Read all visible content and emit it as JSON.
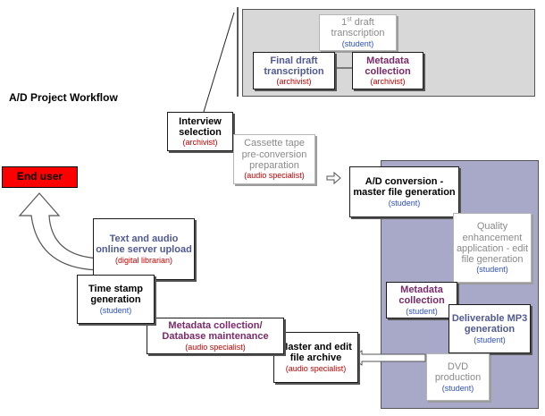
{
  "title": "A/D Project Workflow",
  "end_user": "End user",
  "boxes": {
    "first_draft": {
      "pre": "1",
      "sup": "st",
      "post": " draft transcription",
      "role": "(student)"
    },
    "final_draft": {
      "label": "Final draft transcription",
      "role": "(archivist)"
    },
    "metadata_top": {
      "label": "Metadata collection",
      "role": "(archivist)"
    },
    "interview": {
      "label": "Interview selection",
      "role": "(archivist)"
    },
    "cassette": {
      "label": "Cassette tape pre-conversion preparation",
      "role": "(audio specialist)"
    },
    "ad_conversion": {
      "label": "A/D conversion - master file generation",
      "role": "(student)"
    },
    "quality": {
      "label": "Quality enhancement application - edit file generation",
      "role": "(student)"
    },
    "metadata_right": {
      "label": "Metadata collection",
      "role": "(student)"
    },
    "mp3": {
      "label": "Deliverable MP3 generation",
      "role": "(student)"
    },
    "dvd": {
      "label": "DVD production",
      "role": "(student)"
    },
    "master_archive": {
      "label": "Master and edit file archive",
      "role": "(audio specialist)"
    },
    "metadata_db": {
      "label": "Metadata collection/ Database maintenance",
      "role": "(audio specialist)"
    },
    "timestamp": {
      "label": "Time stamp generation",
      "role": "(student)"
    },
    "upload": {
      "label": "Text and audio online server upload",
      "role": "(digital librarian)"
    }
  },
  "colors": {
    "panel_top": "#d8d8d8",
    "panel_right": "#a8a8c8",
    "end_user_bg": "#ff0000",
    "role_red": "#c00000",
    "role_blue": "#2b4fc0",
    "purple_text": "#7a2a6a",
    "slate_text": "#505a90"
  }
}
